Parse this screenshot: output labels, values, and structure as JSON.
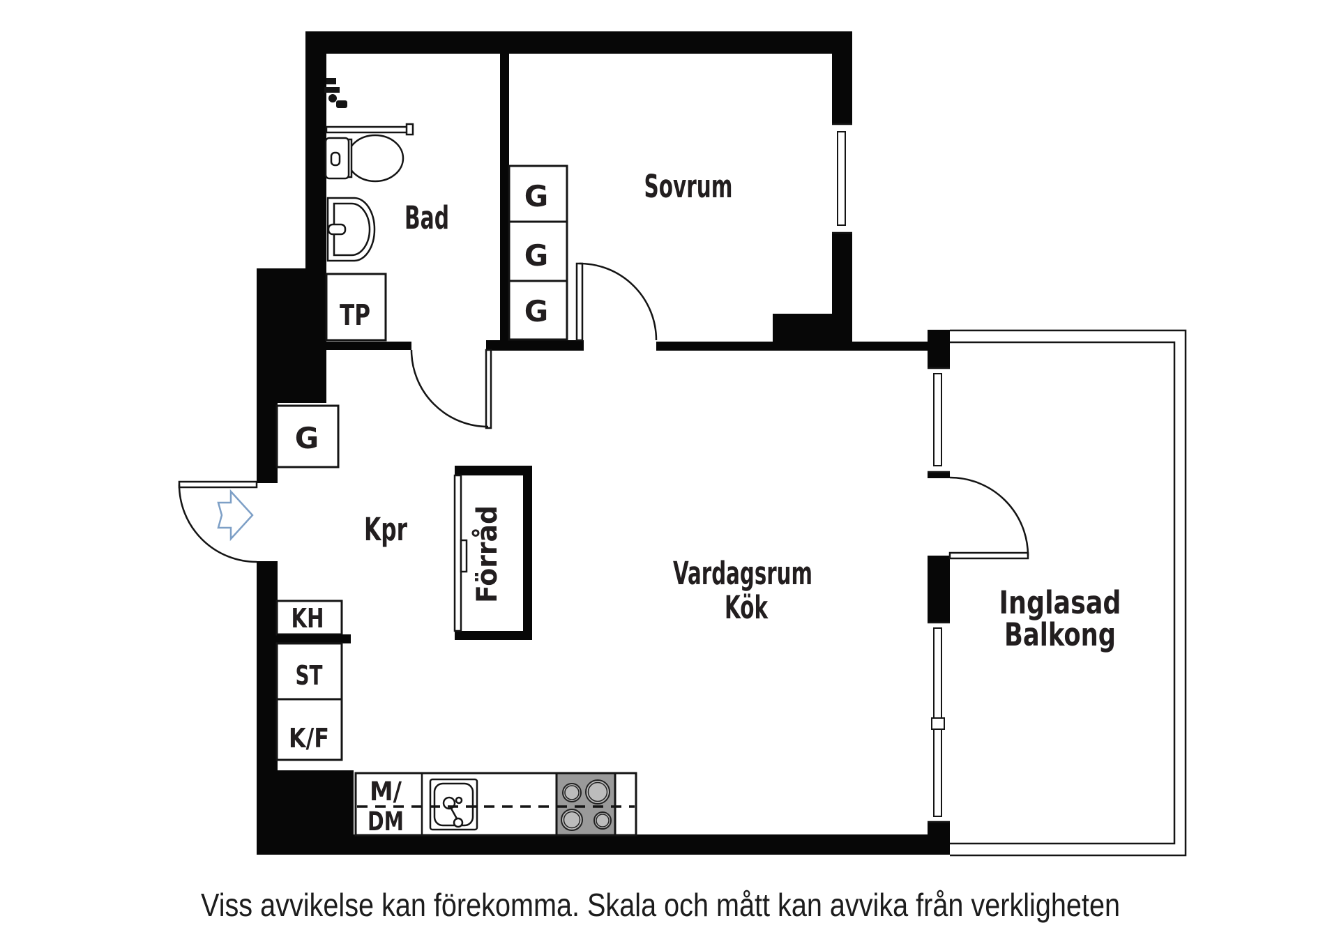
{
  "colors": {
    "wall": "#070707",
    "line": "#141414",
    "stove": "#9a9a9a",
    "burner": "#bcbcbc",
    "arrow": "#7d9fc6",
    "text": "#221e1f"
  },
  "rooms": {
    "bathroom": "Bad",
    "bedroom": "Sovrum",
    "hall": "Kpr",
    "storage": "Förråd",
    "living": "Vardagsrum",
    "kitchen": "Kök",
    "balcony_line1": "Inglasad",
    "balcony_line2": "Balkong"
  },
  "closets": {
    "wardrobe": "G",
    "tp": "TP",
    "kh": "KH",
    "st": "ST",
    "kf": "K/F",
    "micro": "M/",
    "dishwasher": "DM"
  },
  "caption": "Viss avvikelse kan förekomma. Skala och mått kan avvika från verkligheten"
}
